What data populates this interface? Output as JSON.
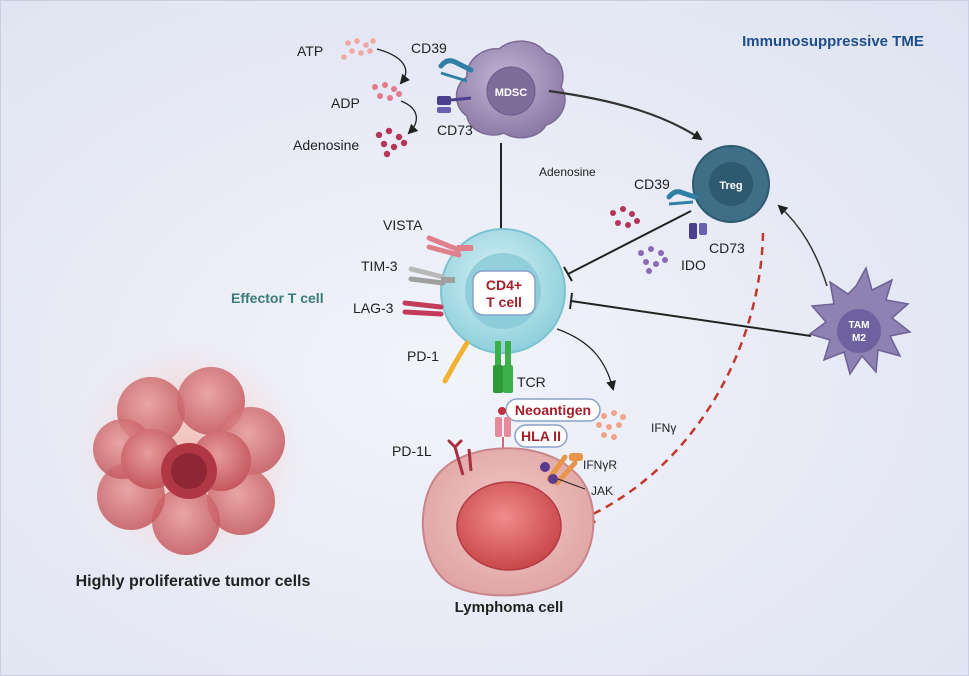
{
  "title": "Immunosuppressive TME",
  "colors": {
    "title": "#1f4e8c",
    "effector": "#3a7a78",
    "red_label": "#a3202a",
    "dashed": "#c0392b",
    "mdsc": "#8e7fa8",
    "treg": "#3f6f86",
    "tcell": "#a9dde6",
    "tumor": "#c9636b"
  },
  "labels": {
    "atp": "ATP",
    "adp": "ADP",
    "adenosine": "Adenosine",
    "cd39_top": "CD39",
    "cd73_top": "CD73",
    "mdsc": "MDSC",
    "adenosine_mid": "Adenosine",
    "cd39_treg": "CD39",
    "treg": "Treg",
    "cd73_treg": "CD73",
    "ido": "IDO",
    "vista": "VISTA",
    "tim3": "TIM-3",
    "lag3": "LAG-3",
    "pd1": "PD-1",
    "effector": "Effector T cell",
    "cd4_line1": "CD4+",
    "cd4_line2": "T cell",
    "tcr": "TCR",
    "neoantigen": "Neoantigen",
    "hla": "HLA II",
    "ifng": "IFNγ",
    "ifngr": "IFNγR",
    "jak": "JAK",
    "pd1l": "PD-1L",
    "tam_line1": "TAM",
    "tam_line2": "M2",
    "tumor": "Highly proliferative tumor cells",
    "lymphoma": "Lymphoma cell"
  }
}
